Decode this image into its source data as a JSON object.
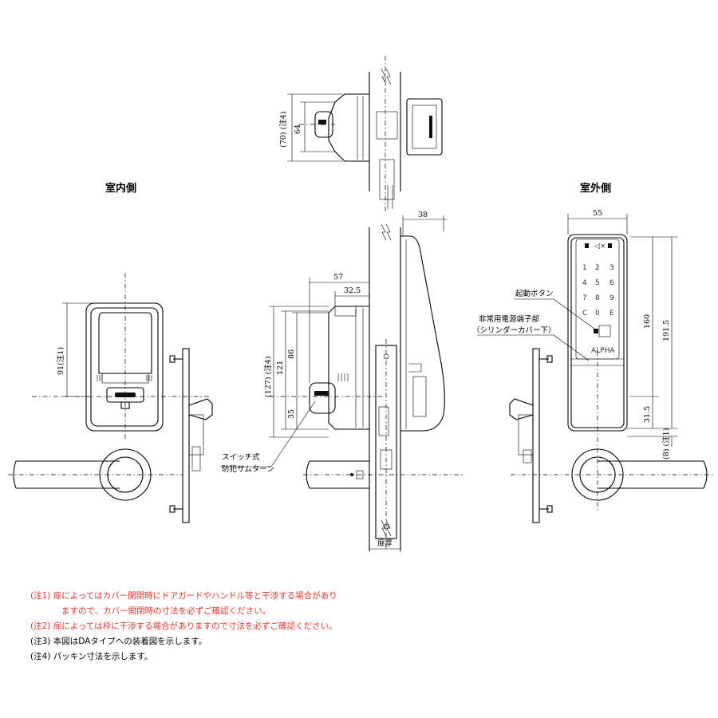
{
  "labels": {
    "indoor": "室内側",
    "outdoor": "室外側",
    "switch_thumbturn_line1": "スイッチ式",
    "switch_thumbturn_line2": "防犯サムターン",
    "start_button": "起動ボタン",
    "emergency_terminal_line1": "非常用電源端子部",
    "emergency_terminal_line2": "（シリンダーカバー下）",
    "door_thickness": "扉厚"
  },
  "dimensions": {
    "top_70": "(70) (注4)",
    "top_64": "64",
    "left_91": "91(注1)",
    "mid_57": "57",
    "mid_32_5": "32.5",
    "mid_38": "38",
    "mid_127": "(127) (注4)",
    "mid_121": "121",
    "mid_86": "86",
    "mid_35": "35",
    "right_55": "55",
    "right_160": "160",
    "right_191_5": "191.5",
    "right_31_5": "31.5",
    "right_8": "(8) (注1)"
  },
  "keypad": {
    "keys": [
      "1",
      "2",
      "3",
      "4",
      "5",
      "6",
      "7",
      "8",
      "9",
      "C",
      "0",
      "E"
    ],
    "brand": "ALPHA"
  },
  "notes": [
    {
      "text": "(注1) 扉によってはカバー開閉時にドアガードやハンドル等と干渉する場合があり",
      "color": "red"
    },
    {
      "text": "ますので、カバー開閉時の寸法を必ずご確認ください。",
      "color": "red",
      "indent": true
    },
    {
      "text": "(注2) 扉によっては枠に干渉する場合がありますので寸法を必ずご確認ください。",
      "color": "red"
    },
    {
      "text": "(注3) 本図はDAタイプへの装着図を示します。",
      "color": "black"
    },
    {
      "text": "(注4) パッキン寸法を示します。",
      "color": "black"
    }
  ]
}
